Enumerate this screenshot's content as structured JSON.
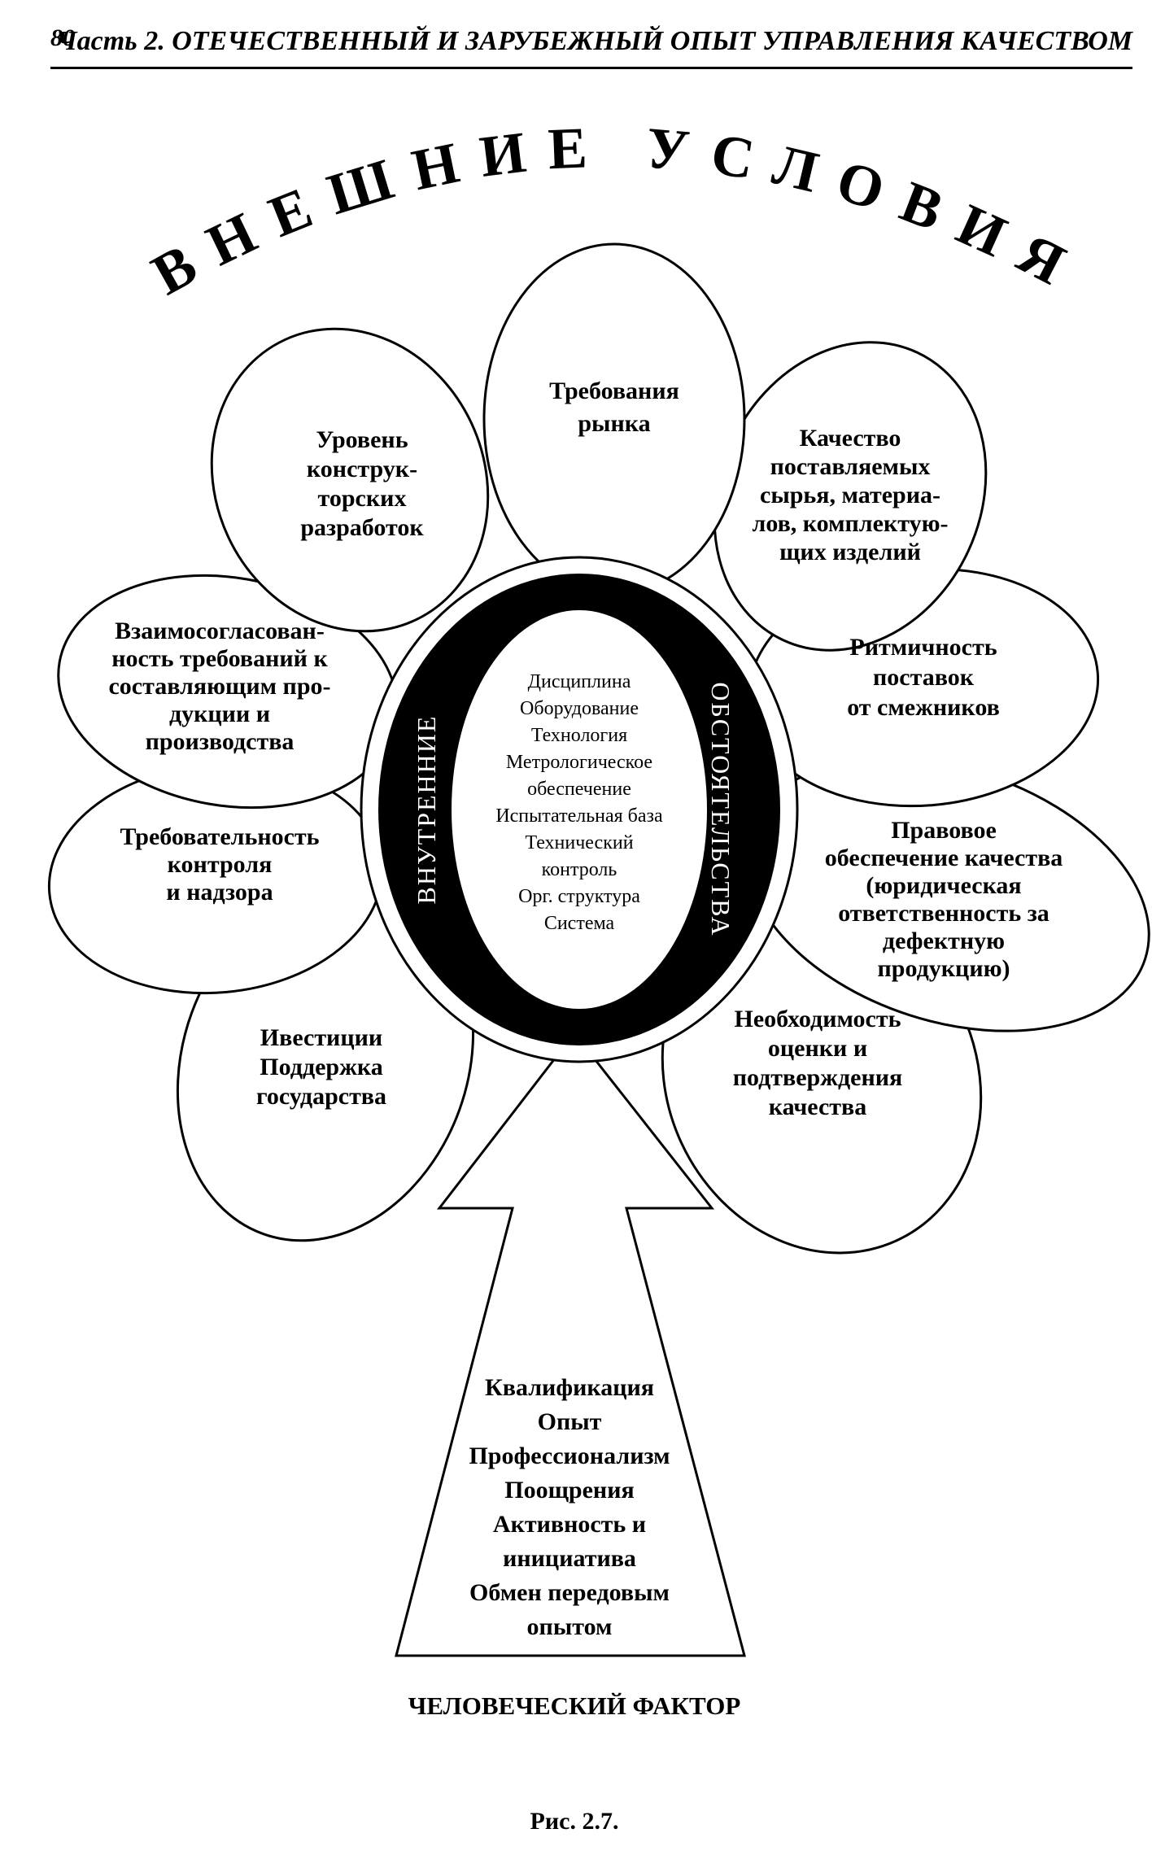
{
  "header": {
    "page_number": "80",
    "running_title": "Часть 2. ОТЕЧЕСТВЕННЫЙ И ЗАРУБЕЖНЫЙ ОПЫТ УПРАВЛЕНИЯ КАЧЕСТВОМ"
  },
  "diagram": {
    "arc_title": "ВНЕШНИЕ УСЛОВИЯ",
    "petals": [
      {
        "id": "top",
        "lines": [
          "Требования",
          "рынка"
        ]
      },
      {
        "id": "upper-left",
        "lines": [
          "Уровень",
          "конструк-",
          "торских",
          "разработок"
        ]
      },
      {
        "id": "upper-right",
        "lines": [
          "Качество",
          "поставляемых",
          "сырья, материа-",
          "лов, комплектую-",
          "щих изделий"
        ]
      },
      {
        "id": "left-1",
        "lines": [
          "Взаимосогласован-",
          "ность требований к",
          "составляющим   про-",
          "дукции и",
          "производства"
        ]
      },
      {
        "id": "right-1",
        "lines": [
          "Ритмичность",
          "поставок",
          "от смежников"
        ]
      },
      {
        "id": "left-2",
        "lines": [
          "Требовательность",
          "контроля",
          "и надзора"
        ]
      },
      {
        "id": "right-2",
        "lines": [
          "Правовое",
          "обеспечение качества",
          "(юридическая",
          "ответственность за",
          "дефектную",
          "продукцию)"
        ]
      },
      {
        "id": "lower-left",
        "lines": [
          "Ивестиции",
          "Поддержка",
          "государства"
        ]
      },
      {
        "id": "lower-right",
        "lines": [
          "Необходимость",
          "оценки и",
          "подтверждения",
          "качества"
        ]
      }
    ],
    "center": {
      "left_label": "ВНУТРЕННИЕ",
      "right_label": "ОБСТОЯТЕЛЬСТВА",
      "items": [
        "Дисциплина",
        "Оборудование",
        "Технология",
        "Метрологическое",
        "обеспечение",
        "Испытательная база",
        "Технический",
        "контроль",
        "Орг. структура",
        "Система"
      ]
    },
    "stem": {
      "items": [
        "Квалификация",
        "Опыт",
        "Профессионализм",
        "Поощрения",
        "Активность и",
        "инициатива",
        "Обмен передовым",
        "опытом"
      ],
      "caption": "ЧЕЛОВЕЧЕСКИЙ ФАКТОР"
    }
  },
  "figure_caption": "Рис. 2.7."
}
